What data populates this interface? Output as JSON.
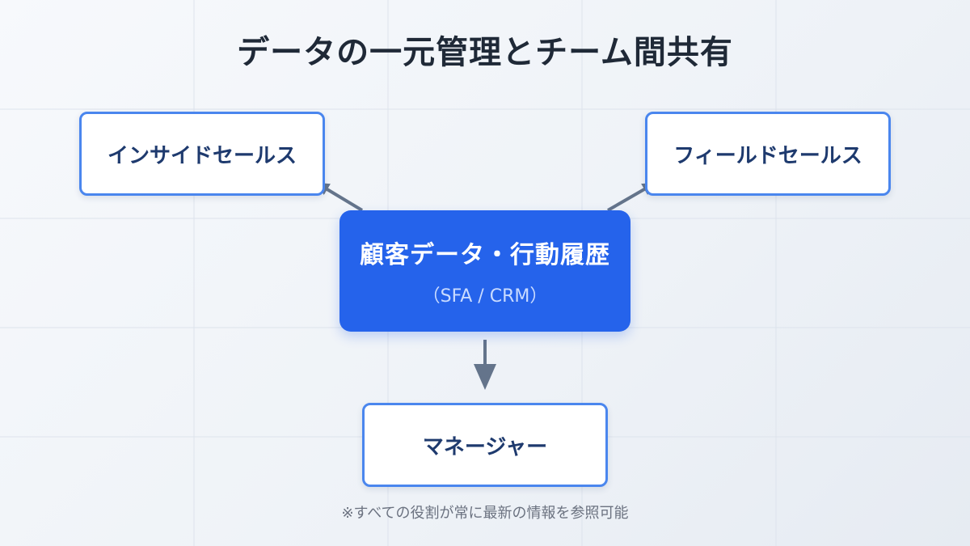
{
  "title": "データの一元管理とチーム間共有",
  "nodes": {
    "inside_sales": "インサイドセールス",
    "field_sales": "フィールドセールス",
    "manager": "マネージャー",
    "center_title": "顧客データ・行動履歴",
    "center_subtitle": "（SFA / CRM）"
  },
  "footnote": "※すべての役割が常に最新の情報を参照可能",
  "colors": {
    "accent": "#2563eb",
    "box_border": "#4a86ee",
    "box_text": "#1e3a6e",
    "arrow": "#64748b",
    "title_text": "#1f2937"
  }
}
